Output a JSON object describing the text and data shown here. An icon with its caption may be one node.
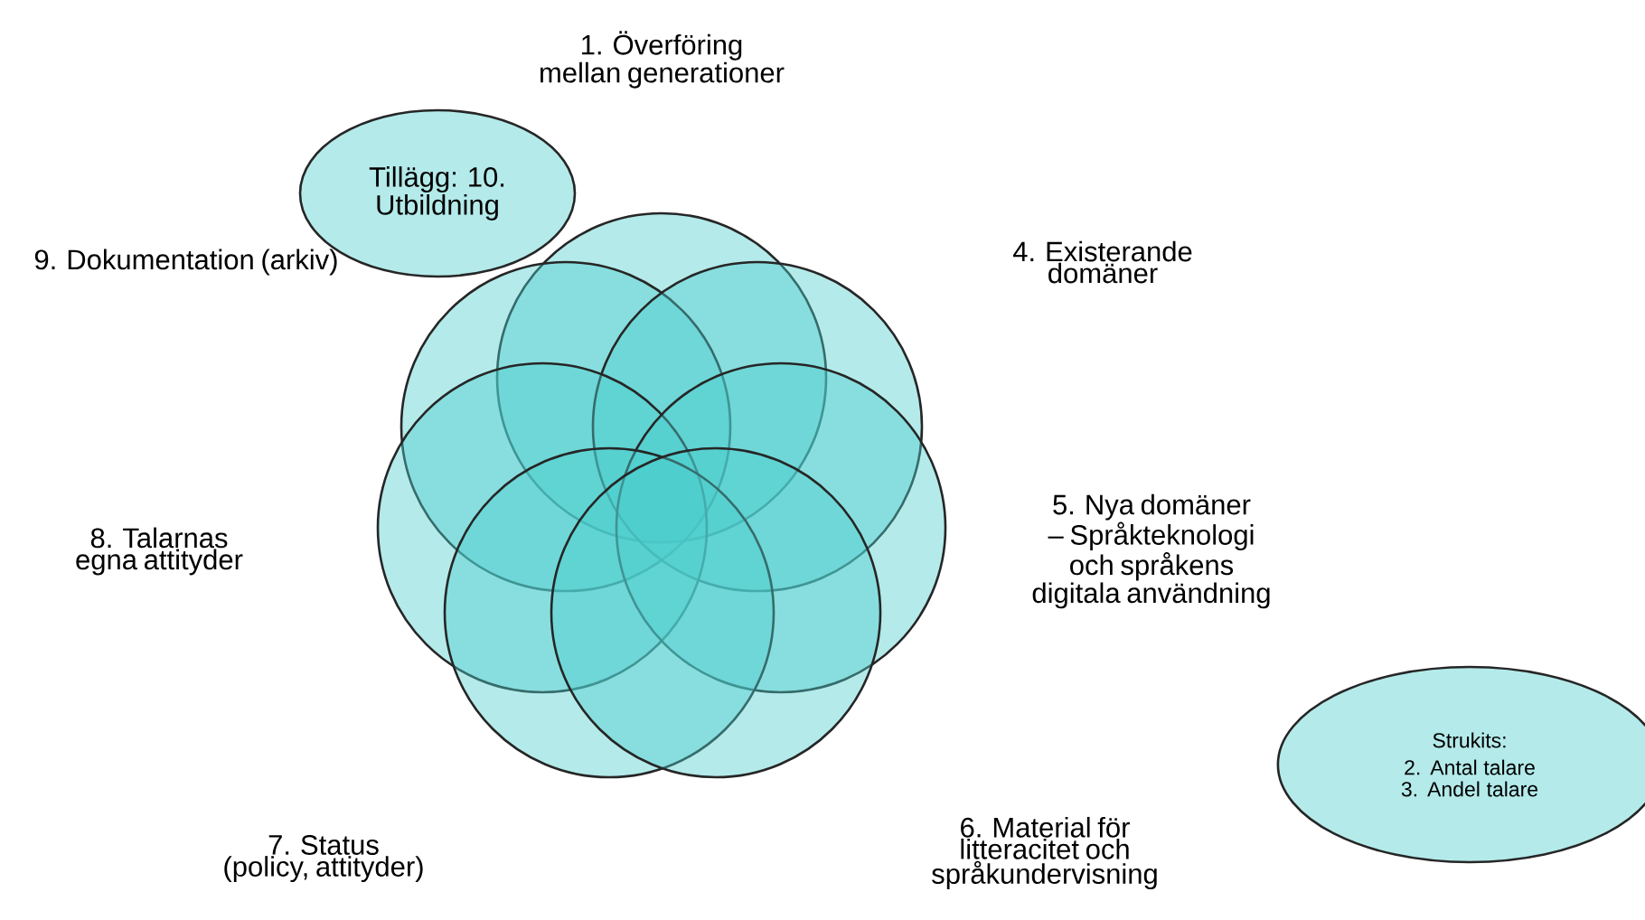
{
  "diagram": {
    "nodes": [
      {
        "text": [
          "Tillägg: 10. Utbildning"
        ]
      },
      {
        "text": [],
        "shape": "circle"
      },
      {
        "text": [],
        "shape": "circle"
      },
      {
        "text": [],
        "shape": "circle"
      },
      {
        "text": [],
        "shape": "circle"
      },
      {
        "text": [],
        "shape": "circle"
      },
      {
        "text": [],
        "shape": "circle"
      },
      {
        "text": [],
        "shape": "circle"
      },
      {
        "text": [
          "Strukits:",
          "2. Antal talare",
          "3. Andel talare"
        ]
      }
    ],
    "labels": [
      "1. Överföring mellan generationer",
      "9. Dokumentation (arkiv)",
      "4. Existerande domäner",
      "8. Talarnas egna attityder",
      "5. Nya domäner – Språkteknologi och språkens digitala användning",
      "7. Status (policy, attityder)",
      "6. Material för litteracitet och språkundervisning"
    ]
  }
}
